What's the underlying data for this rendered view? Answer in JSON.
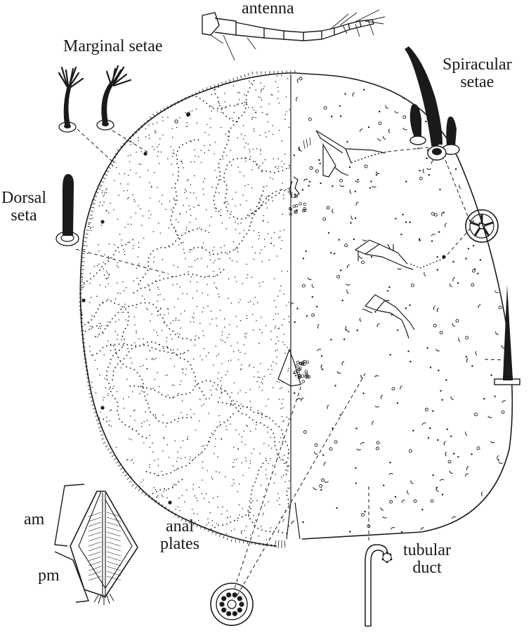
{
  "labels": {
    "antenna": "antenna",
    "marginal_setae": "Marginal setae",
    "spiracular_setae_line1": "Spiracular",
    "spiracular_setae_line2": "setae",
    "dorsal_seta_line1": "Dorsal",
    "dorsal_seta_line2": "seta",
    "am": "am",
    "pm": "pm",
    "anal_plates_line1": "anal",
    "anal_plates_line2": "plates",
    "tubular_duct_line1": "tubular",
    "tubular_duct_line2": "duct"
  },
  "colors": {
    "ink": "#1a1a1a",
    "background": "#ffffff"
  }
}
